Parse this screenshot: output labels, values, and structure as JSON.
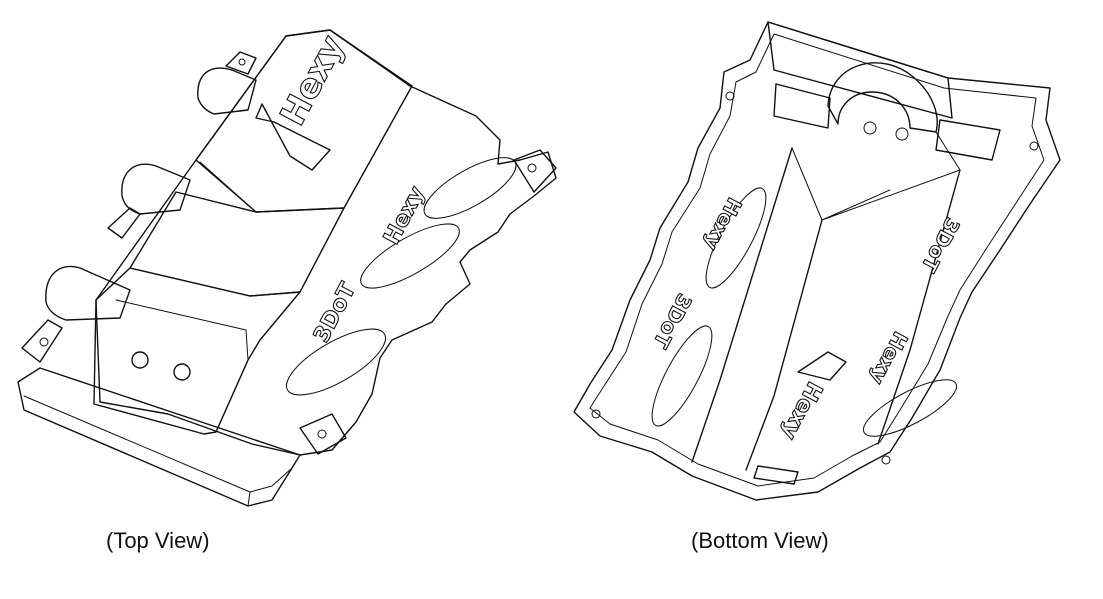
{
  "captions": {
    "top": "(Top View)",
    "bottom": "(Bottom View)"
  },
  "embossed_text": {
    "brand": "Hexy",
    "model": "3DoT"
  }
}
